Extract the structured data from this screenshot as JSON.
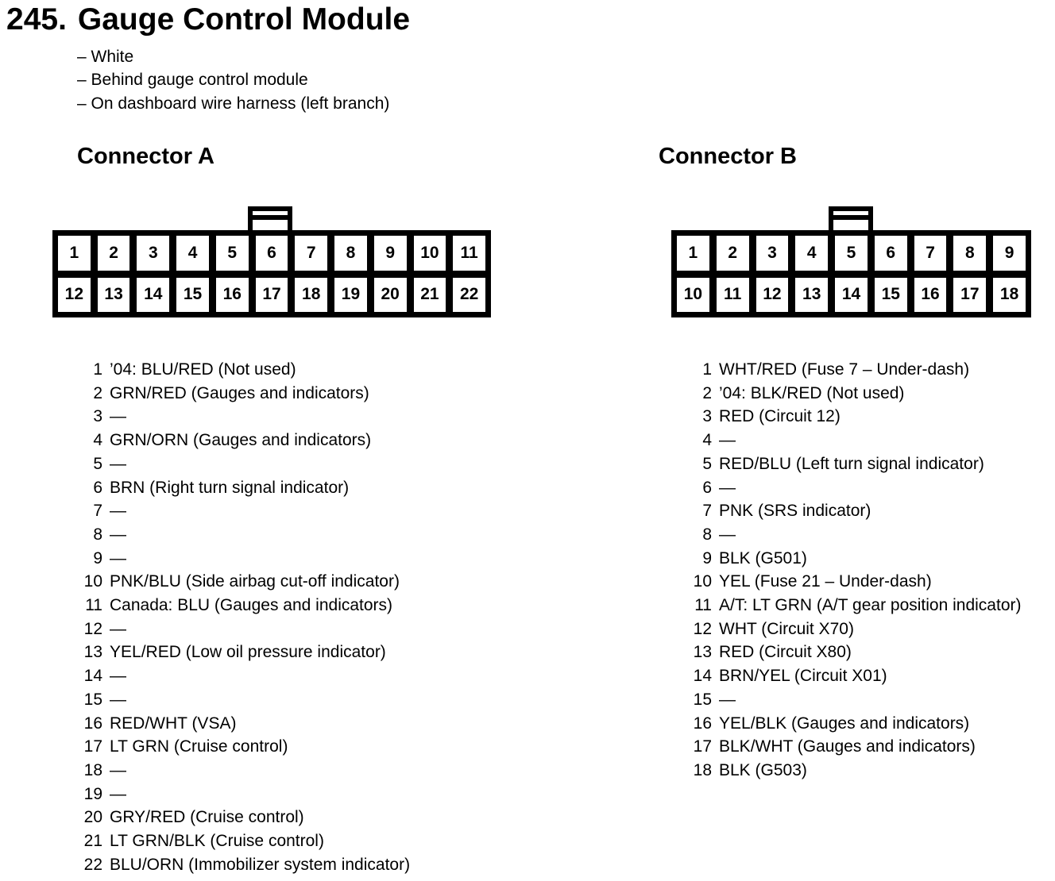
{
  "header": {
    "section_number": "245.",
    "title": "Gauge Control Module",
    "notes": [
      "– White",
      "– Behind gauge control module",
      "– On dashboard wire harness (left branch)"
    ]
  },
  "connector_a": {
    "heading": "Connector A",
    "cells": [
      "1",
      "2",
      "3",
      "4",
      "5",
      "6",
      "7",
      "8",
      "9",
      "10",
      "11",
      "12",
      "13",
      "14",
      "15",
      "16",
      "17",
      "18",
      "19",
      "20",
      "21",
      "22"
    ],
    "pins": [
      {
        "num": "1",
        "desc": "’04: BLU/RED (Not used)"
      },
      {
        "num": "2",
        "desc": "GRN/RED (Gauges and indicators)"
      },
      {
        "num": "3",
        "desc": "—"
      },
      {
        "num": "4",
        "desc": "GRN/ORN (Gauges and indicators)"
      },
      {
        "num": "5",
        "desc": "—"
      },
      {
        "num": "6",
        "desc": "BRN (Right turn signal indicator)"
      },
      {
        "num": "7",
        "desc": "—"
      },
      {
        "num": "8",
        "desc": "—"
      },
      {
        "num": "9",
        "desc": "—"
      },
      {
        "num": "10",
        "desc": "PNK/BLU (Side airbag cut-off indicator)"
      },
      {
        "num": "11",
        "desc": "Canada: BLU (Gauges and indicators)"
      },
      {
        "num": "12",
        "desc": "—"
      },
      {
        "num": "13",
        "desc": "YEL/RED (Low oil pressure indicator)"
      },
      {
        "num": "14",
        "desc": "—"
      },
      {
        "num": "15",
        "desc": "—"
      },
      {
        "num": "16",
        "desc": "RED/WHT (VSA)"
      },
      {
        "num": "17",
        "desc": "LT GRN (Cruise control)"
      },
      {
        "num": "18",
        "desc": "—"
      },
      {
        "num": "19",
        "desc": "—"
      },
      {
        "num": "20",
        "desc": "GRY/RED (Cruise control)"
      },
      {
        "num": "21",
        "desc": "LT GRN/BLK (Cruise control)"
      },
      {
        "num": "22",
        "desc": "BLU/ORN (Immobilizer system indicator)"
      }
    ]
  },
  "connector_b": {
    "heading": "Connector B",
    "cells": [
      "1",
      "2",
      "3",
      "4",
      "5",
      "6",
      "7",
      "8",
      "9",
      "10",
      "11",
      "12",
      "13",
      "14",
      "15",
      "16",
      "17",
      "18"
    ],
    "pins": [
      {
        "num": "1",
        "desc": "WHT/RED (Fuse 7 – Under-dash)"
      },
      {
        "num": "2",
        "desc": "’04: BLK/RED (Not used)"
      },
      {
        "num": "3",
        "desc": "RED (Circuit 12)"
      },
      {
        "num": "4",
        "desc": "—"
      },
      {
        "num": "5",
        "desc": "RED/BLU (Left turn signal indicator)"
      },
      {
        "num": "6",
        "desc": "—"
      },
      {
        "num": "7",
        "desc": "PNK (SRS indicator)"
      },
      {
        "num": "8",
        "desc": "—"
      },
      {
        "num": "9",
        "desc": "BLK (G501)"
      },
      {
        "num": "10",
        "desc": "YEL (Fuse 21 – Under-dash)"
      },
      {
        "num": "11",
        "desc": "A/T: LT GRN (A/T gear position indicator)"
      },
      {
        "num": "12",
        "desc": "WHT (Circuit X70)"
      },
      {
        "num": "13",
        "desc": "RED (Circuit X80)"
      },
      {
        "num": "14",
        "desc": "BRN/YEL (Circuit X01)"
      },
      {
        "num": "15",
        "desc": "—"
      },
      {
        "num": "16",
        "desc": "YEL/BLK (Gauges and indicators)"
      },
      {
        "num": "17",
        "desc": "BLK/WHT (Gauges and indicators)"
      },
      {
        "num": "18",
        "desc": "BLK (G503)"
      }
    ]
  },
  "colors": {
    "ink": "#000000",
    "paper": "#ffffff"
  }
}
